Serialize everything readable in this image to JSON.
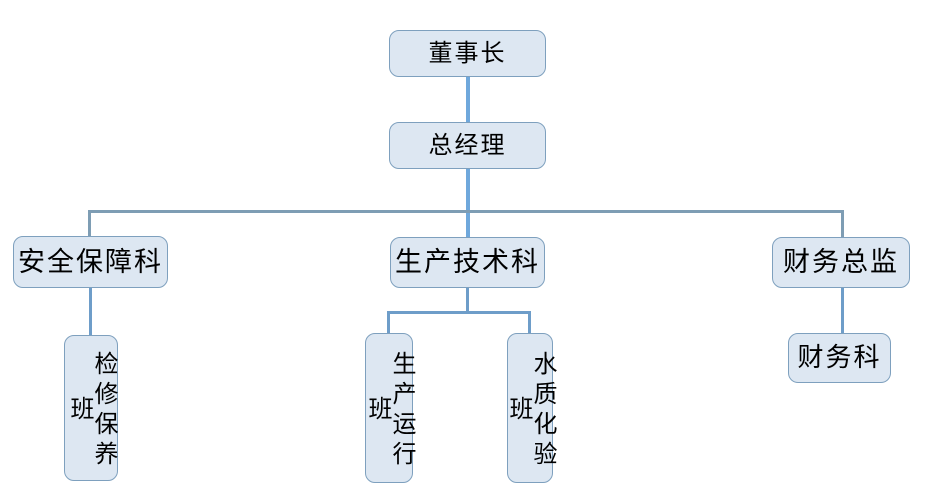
{
  "diagram": {
    "type": "org-chart",
    "nodes": {
      "chairman": {
        "label": "董事长"
      },
      "general_manager": {
        "label": "总经理"
      },
      "safety_dept": {
        "label": "安全保障科"
      },
      "prod_tech_dept": {
        "label": "生产技术科"
      },
      "finance_director": {
        "label": "财务总监"
      },
      "maintenance_team": {
        "label": "检修保养班",
        "orientation": "vertical"
      },
      "production_ops_team": {
        "label": "生产运行班",
        "orientation": "vertical"
      },
      "water_quality_team": {
        "label": "水质化验班",
        "orientation": "vertical"
      },
      "finance_dept": {
        "label": "财务科"
      }
    },
    "edges": [
      {
        "from": "chairman",
        "to": "general_manager"
      },
      {
        "from": "general_manager",
        "to": "safety_dept"
      },
      {
        "from": "general_manager",
        "to": "prod_tech_dept"
      },
      {
        "from": "general_manager",
        "to": "finance_director"
      },
      {
        "from": "safety_dept",
        "to": "maintenance_team"
      },
      {
        "from": "prod_tech_dept",
        "to": "production_ops_team"
      },
      {
        "from": "prod_tech_dept",
        "to": "water_quality_team"
      },
      {
        "from": "finance_director",
        "to": "finance_dept"
      }
    ],
    "colors": {
      "node_fill": "#dde7f2",
      "node_border": "#7ea0be",
      "connector_thick": "#6fa8dc",
      "connector_thin": "#6e9dc9",
      "connector_steel": "#7e9db4",
      "text": "#000000",
      "background": "#ffffff"
    }
  }
}
